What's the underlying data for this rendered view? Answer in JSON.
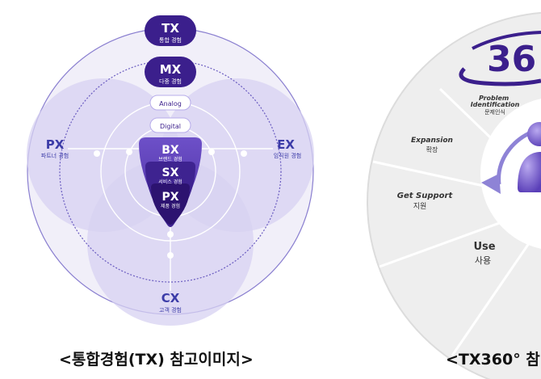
{
  "left_diagram": {
    "center_top": {
      "code": "TX",
      "sub": "통합 경험"
    },
    "mx": {
      "code": "MX",
      "sub": "다중 경험"
    },
    "analog": "Analog",
    "digital": "Digital",
    "px_left": {
      "code": "PX",
      "sub": "파트너 경험"
    },
    "ex": {
      "code": "EX",
      "sub": "임직원 경험"
    },
    "cx": {
      "code": "CX",
      "sub": "고객 경험"
    },
    "bx": {
      "code": "BX",
      "sub": "브랜드 경험"
    },
    "sx": {
      "code": "SX",
      "sub": "서비스 경험"
    },
    "px_center": {
      "code": "PX",
      "sub": "제품 경험"
    },
    "caption": "<통합경험(TX) 참고이미지>"
  },
  "right_diagram": {
    "logo_text": "36",
    "segments": [
      {
        "en": "Problem Identification",
        "ko": "문제인식"
      },
      {
        "en": "Expansion",
        "ko": "확장"
      },
      {
        "en": "Get Support",
        "ko": "지원"
      },
      {
        "en": "Use",
        "ko": "사용"
      }
    ],
    "caption": "<TX360° 참"
  },
  "colors": {
    "dark_purple": "#3b1f8c",
    "mid_purple": "#6a4fc9",
    "light_purple": "#d8d3f3",
    "pale_purple": "#ebe9fa",
    "gray_wheel": "#ececec",
    "label_blue": "#3c3ca8"
  }
}
